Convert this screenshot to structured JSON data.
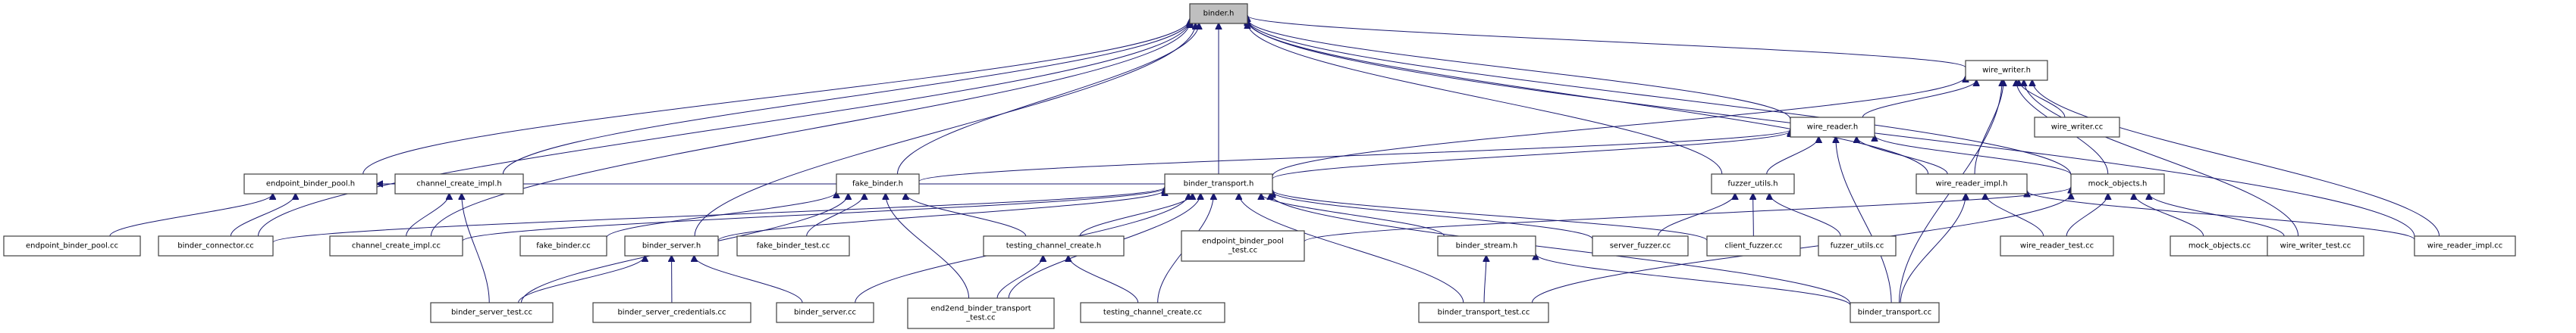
{
  "graph": {
    "type": "include-dependency-graph",
    "root": "binder.h",
    "edge_color": "#191970",
    "root_fill": "#bfbfbf",
    "node_fill": "#ffffff",
    "nodes": [
      {
        "id": "binder_h",
        "label": [
          "binder.h"
        ],
        "root": true
      },
      {
        "id": "wire_writer_h",
        "label": [
          "wire_writer.h"
        ]
      },
      {
        "id": "wire_reader_h",
        "label": [
          "wire_reader.h"
        ]
      },
      {
        "id": "wire_writer_cc",
        "label": [
          "wire_writer.cc"
        ]
      },
      {
        "id": "endpoint_binder_pool_h",
        "label": [
          "endpoint_binder_pool.h"
        ]
      },
      {
        "id": "channel_create_impl_h",
        "label": [
          "channel_create_impl.h"
        ]
      },
      {
        "id": "fake_binder_h",
        "label": [
          "fake_binder.h"
        ]
      },
      {
        "id": "binder_transport_h",
        "label": [
          "binder_transport.h"
        ]
      },
      {
        "id": "fuzzer_utils_h",
        "label": [
          "fuzzer_utils.h"
        ]
      },
      {
        "id": "wire_reader_impl_h",
        "label": [
          "wire_reader_impl.h"
        ]
      },
      {
        "id": "mock_objects_h",
        "label": [
          "mock_objects.h"
        ]
      },
      {
        "id": "endpoint_binder_pool_cc",
        "label": [
          "endpoint_binder_pool.cc"
        ]
      },
      {
        "id": "binder_connector_cc",
        "label": [
          "binder_connector.cc"
        ]
      },
      {
        "id": "channel_create_impl_cc",
        "label": [
          "channel_create_impl.cc"
        ]
      },
      {
        "id": "fake_binder_cc",
        "label": [
          "fake_binder.cc"
        ]
      },
      {
        "id": "binder_server_h",
        "label": [
          "binder_server.h"
        ]
      },
      {
        "id": "fake_binder_test_cc",
        "label": [
          "fake_binder_test.cc"
        ]
      },
      {
        "id": "testing_channel_create_h",
        "label": [
          "testing_channel_create.h"
        ]
      },
      {
        "id": "endpoint_binder_pool_test_cc",
        "label": [
          "endpoint_binder_pool",
          "_test.cc"
        ]
      },
      {
        "id": "binder_stream_h",
        "label": [
          "binder_stream.h"
        ]
      },
      {
        "id": "server_fuzzer_cc",
        "label": [
          "server_fuzzer.cc"
        ]
      },
      {
        "id": "client_fuzzer_cc",
        "label": [
          "client_fuzzer.cc"
        ]
      },
      {
        "id": "fuzzer_utils_cc",
        "label": [
          "fuzzer_utils.cc"
        ]
      },
      {
        "id": "wire_reader_test_cc",
        "label": [
          "wire_reader_test.cc"
        ]
      },
      {
        "id": "mock_objects_cc",
        "label": [
          "mock_objects.cc"
        ]
      },
      {
        "id": "wire_writer_test_cc",
        "label": [
          "wire_writer_test.cc"
        ]
      },
      {
        "id": "wire_reader_impl_cc",
        "label": [
          "wire_reader_impl.cc"
        ]
      },
      {
        "id": "binder_server_test_cc",
        "label": [
          "binder_server_test.cc"
        ]
      },
      {
        "id": "binder_server_credentials_cc",
        "label": [
          "binder_server_credentials.cc"
        ]
      },
      {
        "id": "binder_server_cc",
        "label": [
          "binder_server.cc"
        ]
      },
      {
        "id": "end2end_binder_transport_test_cc",
        "label": [
          "end2end_binder_transport",
          "_test.cc"
        ]
      },
      {
        "id": "testing_channel_create_cc",
        "label": [
          "testing_channel_create.cc"
        ]
      },
      {
        "id": "binder_transport_test_cc",
        "label": [
          "binder_transport_test.cc"
        ]
      },
      {
        "id": "binder_transport_cc",
        "label": [
          "binder_transport.cc"
        ]
      }
    ],
    "edges": [
      [
        "wire_writer_h",
        "binder_h"
      ],
      [
        "wire_reader_h",
        "binder_h"
      ],
      [
        "endpoint_binder_pool_h",
        "binder_h"
      ],
      [
        "channel_create_impl_h",
        "binder_h"
      ],
      [
        "fake_binder_h",
        "binder_h"
      ],
      [
        "binder_transport_h",
        "binder_h"
      ],
      [
        "fuzzer_utils_h",
        "binder_h"
      ],
      [
        "wire_reader_impl_h",
        "binder_h"
      ],
      [
        "mock_objects_h",
        "binder_h"
      ],
      [
        "binder_connector_cc",
        "binder_h"
      ],
      [
        "channel_create_impl_cc",
        "binder_h"
      ],
      [
        "binder_server_h",
        "binder_h"
      ],
      [
        "wire_reader_impl_cc",
        "binder_h"
      ],
      [
        "wire_reader_h",
        "wire_writer_h"
      ],
      [
        "wire_writer_cc",
        "wire_writer_h"
      ],
      [
        "binder_transport_h",
        "wire_writer_h"
      ],
      [
        "wire_reader_impl_h",
        "wire_writer_h"
      ],
      [
        "mock_objects_h",
        "wire_writer_h"
      ],
      [
        "wire_writer_test_cc",
        "wire_writer_h"
      ],
      [
        "wire_reader_impl_cc",
        "wire_writer_h"
      ],
      [
        "binder_transport_cc",
        "wire_writer_h"
      ],
      [
        "binder_transport_h",
        "wire_reader_h"
      ],
      [
        "fake_binder_h",
        "wire_reader_h"
      ],
      [
        "fuzzer_utils_h",
        "wire_reader_h"
      ],
      [
        "wire_reader_impl_h",
        "wire_reader_h"
      ],
      [
        "mock_objects_h",
        "wire_reader_h"
      ],
      [
        "binder_transport_cc",
        "wire_reader_h"
      ],
      [
        "endpoint_binder_pool_cc",
        "endpoint_binder_pool_h"
      ],
      [
        "binder_connector_cc",
        "endpoint_binder_pool_h"
      ],
      [
        "binder_transport_h",
        "endpoint_binder_pool_h"
      ],
      [
        "channel_create_impl_cc",
        "channel_create_impl_h"
      ],
      [
        "binder_server_test_cc",
        "channel_create_impl_h"
      ],
      [
        "fake_binder_test_cc",
        "fake_binder_h"
      ],
      [
        "fake_binder_cc",
        "fake_binder_h"
      ],
      [
        "end2end_binder_transport_test_cc",
        "fake_binder_h"
      ],
      [
        "testing_channel_create_h",
        "fake_binder_h"
      ],
      [
        "binder_server_test_cc",
        "fake_binder_h"
      ],
      [
        "binder_connector_cc",
        "binder_transport_h"
      ],
      [
        "channel_create_impl_cc",
        "binder_transport_h"
      ],
      [
        "binder_server_h",
        "binder_transport_h"
      ],
      [
        "testing_channel_create_h",
        "binder_transport_h"
      ],
      [
        "binder_server_cc",
        "binder_transport_h"
      ],
      [
        "end2end_binder_transport_test_cc",
        "binder_transport_h"
      ],
      [
        "testing_channel_create_cc",
        "binder_transport_h"
      ],
      [
        "binder_transport_test_cc",
        "binder_transport_h"
      ],
      [
        "binder_stream_h",
        "binder_transport_h"
      ],
      [
        "server_fuzzer_cc",
        "binder_transport_h"
      ],
      [
        "client_fuzzer_cc",
        "binder_transport_h"
      ],
      [
        "binder_transport_cc",
        "binder_transport_h"
      ],
      [
        "server_fuzzer_cc",
        "fuzzer_utils_h"
      ],
      [
        "client_fuzzer_cc",
        "fuzzer_utils_h"
      ],
      [
        "fuzzer_utils_cc",
        "fuzzer_utils_h"
      ],
      [
        "wire_reader_test_cc",
        "wire_reader_impl_h"
      ],
      [
        "binder_transport_cc",
        "wire_reader_impl_h"
      ],
      [
        "wire_reader_impl_cc",
        "wire_reader_impl_h"
      ],
      [
        "endpoint_binder_pool_test_cc",
        "mock_objects_h"
      ],
      [
        "wire_reader_test_cc",
        "mock_objects_h"
      ],
      [
        "mock_objects_cc",
        "mock_objects_h"
      ],
      [
        "wire_writer_test_cc",
        "mock_objects_h"
      ],
      [
        "binder_transport_test_cc",
        "mock_objects_h"
      ],
      [
        "binder_server_test_cc",
        "binder_server_h"
      ],
      [
        "binder_server_credentials_cc",
        "binder_server_h"
      ],
      [
        "binder_server_cc",
        "binder_server_h"
      ],
      [
        "end2end_binder_transport_test_cc",
        "testing_channel_create_h"
      ],
      [
        "testing_channel_create_cc",
        "testing_channel_create_h"
      ],
      [
        "binder_transport_test_cc",
        "binder_stream_h"
      ],
      [
        "binder_transport_cc",
        "binder_stream_h"
      ]
    ]
  }
}
